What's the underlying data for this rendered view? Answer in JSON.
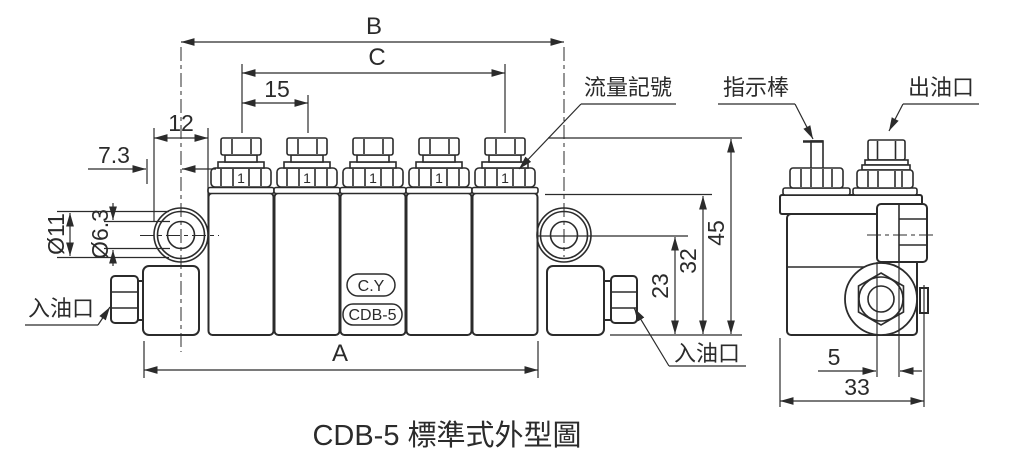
{
  "title": "CDB-5 標準式外型圖",
  "callouts": {
    "flow_mark": "流量記號",
    "indicator_rod": "指示棒",
    "outlet": "出油口",
    "inlet_left": "入油口",
    "inlet_right": "入油口"
  },
  "dimensions": {
    "span_b": "B",
    "span_c": "C",
    "unit_pitch": "15",
    "lug_od": "12",
    "inlet_offset": "7.3",
    "lug_hole_outer": "Ø11",
    "lug_hole_inner": "Ø6.3",
    "height_total": "45",
    "height_body": "32",
    "height_lug_center": "23",
    "overall_length": "A",
    "side_offset": "5",
    "side_width": "33"
  },
  "markings": {
    "brand": "C.Y",
    "model": "CDB-5",
    "flow_marks": [
      "1",
      "1",
      "1",
      "1",
      "1"
    ]
  },
  "colors": {
    "line": "#2b2b2b",
    "background": "#ffffff"
  }
}
